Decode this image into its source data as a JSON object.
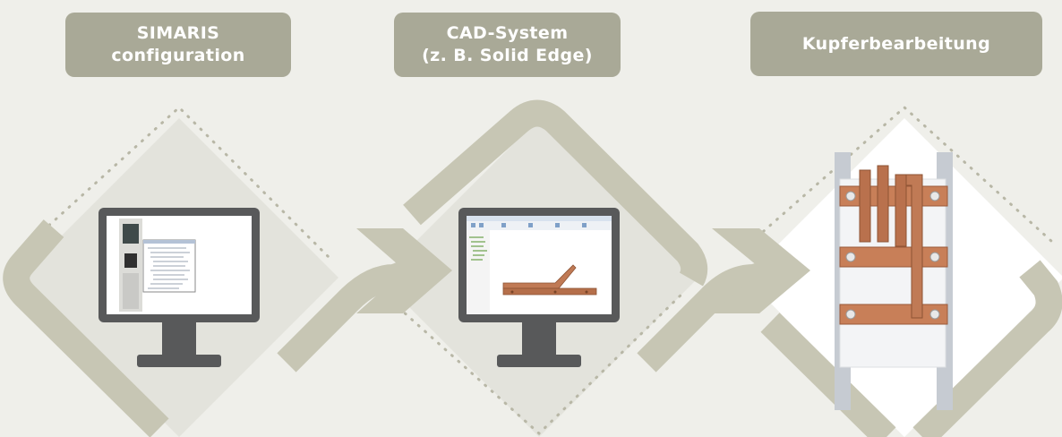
{
  "steps": [
    {
      "label_lines": [
        "SIMARIS",
        "configuration"
      ]
    },
    {
      "label_lines": [
        "CAD-System",
        "(z. B. Solid Edge)"
      ]
    },
    {
      "label_lines": [
        "Kupferbearbeitung"
      ]
    }
  ],
  "colors": {
    "background": "#efefea",
    "label_bg": "#a9a997",
    "band": "#c7c6b4",
    "diamond_fill": "#e3e3dc",
    "dots": "#b8b7a6",
    "monitor": "#58595a",
    "copper": "#c07a55"
  },
  "icons": [
    "monitor-icon",
    "simaris-screen",
    "cad-screen",
    "copper-busbar-photo"
  ]
}
